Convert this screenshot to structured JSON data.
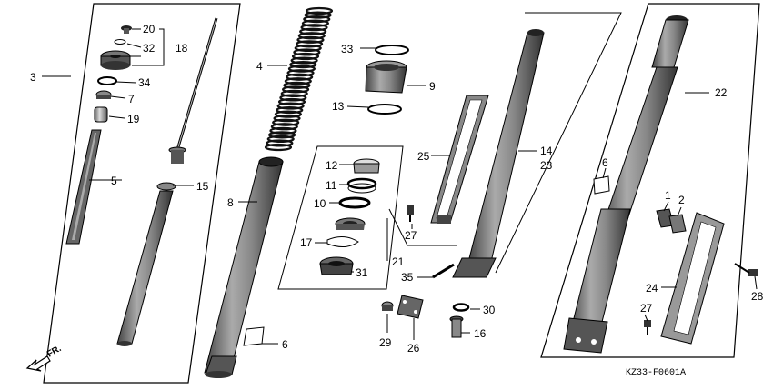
{
  "diagram": {
    "code": "KZ33-F0601A",
    "direction": "FR.",
    "callouts": {
      "c20": "20",
      "c32": "32",
      "c18": "18",
      "c3": "3",
      "c34": "34",
      "c7": "7",
      "c19": "19",
      "c5": "5",
      "c15": "15",
      "c4": "4",
      "c8": "8",
      "c6a": "6",
      "c33": "33",
      "c9": "9",
      "c13": "13",
      "c12": "12",
      "c11": "11",
      "c10": "10",
      "c17": "17",
      "c21": "21",
      "c31": "31",
      "c25": "25",
      "c27a": "27",
      "c14": "14",
      "c23": "23",
      "c35": "35",
      "c29": "29",
      "c26": "26",
      "c30": "30",
      "c16": "16",
      "c6b": "6",
      "c22": "22",
      "c1": "1",
      "c2": "2",
      "c24": "24",
      "c27b": "27",
      "c28": "28"
    }
  }
}
